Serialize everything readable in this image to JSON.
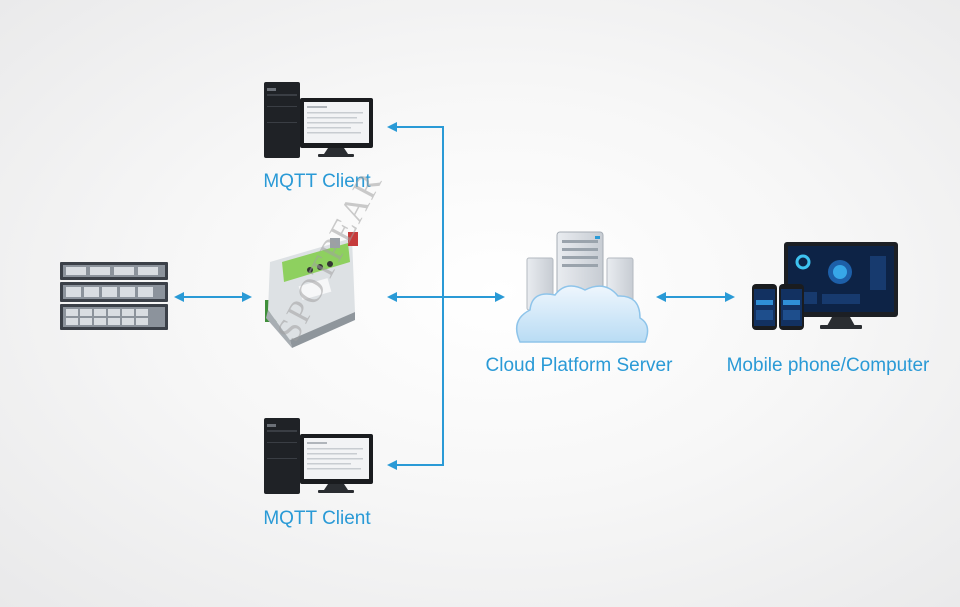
{
  "colors": {
    "connector": "#2a9ad6",
    "label": "#2a9ad6"
  },
  "nodes": {
    "mqtt_top": {
      "label": "MQTT Client",
      "icon": "desktop-computer-icon"
    },
    "mqtt_bottom": {
      "label": "MQTT Client",
      "icon": "desktop-computer-icon"
    },
    "server_rack": {
      "icon": "server-rack-icon"
    },
    "gateway": {
      "icon": "din-rail-gateway-icon"
    },
    "cloud": {
      "label": "Cloud Platform Server",
      "icon": "cloud-server-icon"
    },
    "clients": {
      "label": "Mobile phone/Computer",
      "icon": "phone-and-monitor-icon"
    }
  },
  "watermark": "SPOTPEAR"
}
